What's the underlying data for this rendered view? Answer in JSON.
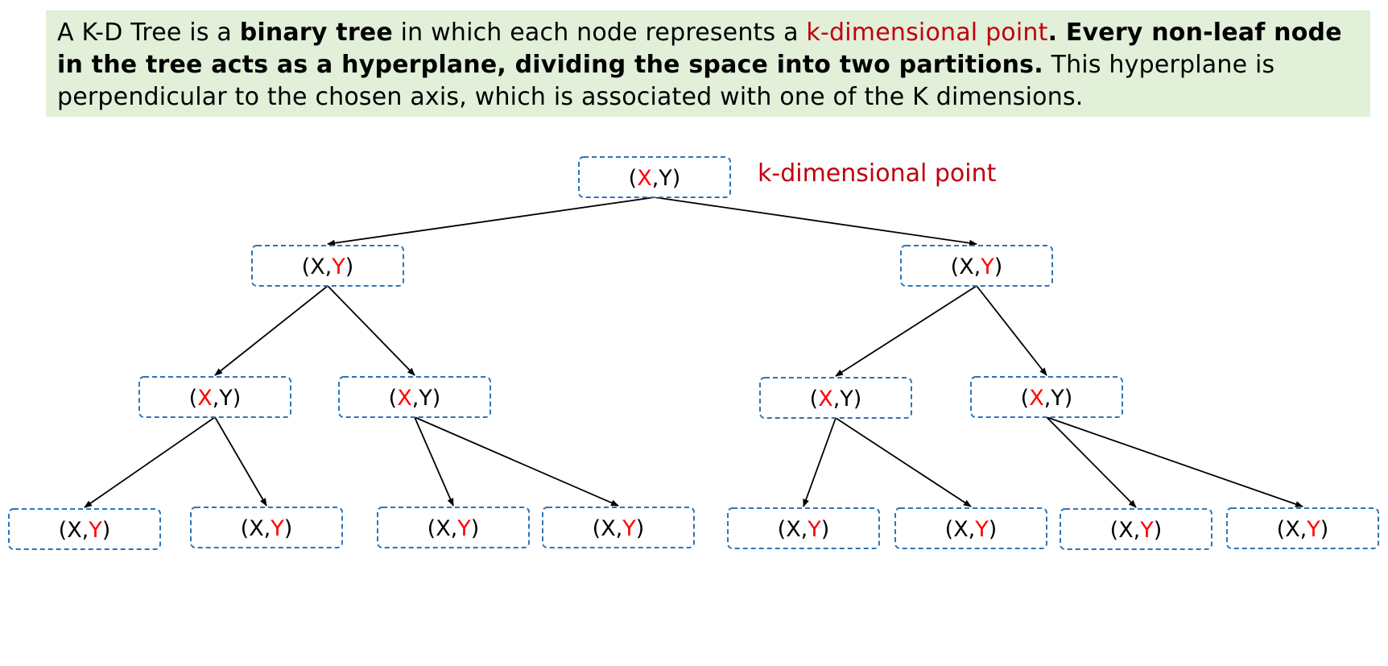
{
  "intro": {
    "t1": "A K-D Tree is a ",
    "t2": "binary tree",
    "t3": " in which each node represents a ",
    "t4": "k-dimensional point",
    "t5": ". Every non-leaf node in the tree acts as a hyperplane, dividing the space into two partitions.",
    "t6": " This hyperplane is perpendicular to the chosen axis, which is associated with one of the K dimensions."
  },
  "annotation": "k-dimensional point",
  "tree": {
    "nodes": [
      {
        "id": "n0",
        "pre": "(",
        "hl": "X",
        "post": ",Y)"
      },
      {
        "id": "n1",
        "pre": "(X,",
        "hl": "Y",
        "post": ")"
      },
      {
        "id": "n2",
        "pre": "(X,",
        "hl": "Y",
        "post": ")"
      },
      {
        "id": "n3",
        "pre": "(",
        "hl": "X",
        "post": ",Y)"
      },
      {
        "id": "n4",
        "pre": "(",
        "hl": "X",
        "post": ",Y)"
      },
      {
        "id": "n5",
        "pre": "(",
        "hl": "X",
        "post": ",Y)"
      },
      {
        "id": "n6",
        "pre": "(",
        "hl": "X",
        "post": ",Y)"
      },
      {
        "id": "n7",
        "pre": "(X,",
        "hl": "Y",
        "post": ")"
      },
      {
        "id": "n8",
        "pre": "(X,",
        "hl": "Y",
        "post": ")"
      },
      {
        "id": "n9",
        "pre": "(X,",
        "hl": "Y",
        "post": ")"
      },
      {
        "id": "n10",
        "pre": "(X,",
        "hl": "Y",
        "post": ")"
      },
      {
        "id": "n11",
        "pre": "(X,",
        "hl": "Y",
        "post": ")"
      },
      {
        "id": "n12",
        "pre": "(X,",
        "hl": "Y",
        "post": ")"
      },
      {
        "id": "n13",
        "pre": "(X,",
        "hl": "Y",
        "post": ")"
      },
      {
        "id": "n14",
        "pre": "(X,",
        "hl": "Y",
        "post": ")"
      }
    ],
    "edges": [
      [
        "n0",
        "n1"
      ],
      [
        "n0",
        "n2"
      ],
      [
        "n1",
        "n3"
      ],
      [
        "n1",
        "n4"
      ],
      [
        "n2",
        "n5"
      ],
      [
        "n2",
        "n6"
      ],
      [
        "n3",
        "n7"
      ],
      [
        "n3",
        "n8"
      ],
      [
        "n4",
        "n9"
      ],
      [
        "n4",
        "n10"
      ],
      [
        "n5",
        "n11"
      ],
      [
        "n5",
        "n12"
      ],
      [
        "n6",
        "n13"
      ],
      [
        "n6",
        "n14"
      ]
    ]
  },
  "colors": {
    "highlight": "#ff0000",
    "annotation": "#c0000c",
    "box_border": "#2e75b6",
    "panel_bg": "#e2efd9"
  }
}
